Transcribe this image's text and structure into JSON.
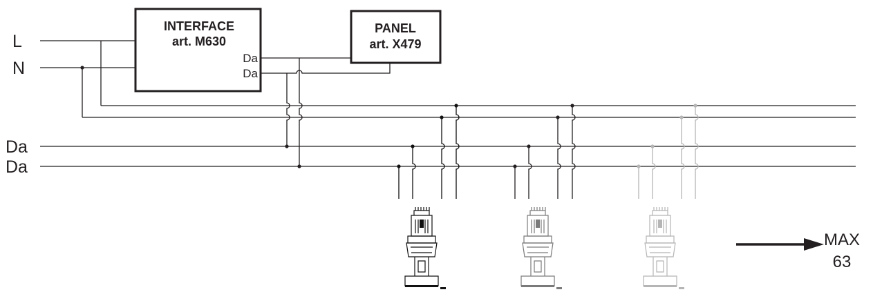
{
  "supply": {
    "line_label": "L",
    "neutral_label": "N"
  },
  "bus": {
    "da1_label": "Da",
    "da2_label": "Da"
  },
  "interface": {
    "title": "INTERFACE",
    "article": "art. M630",
    "port1": "Da",
    "port2": "Da"
  },
  "panel": {
    "title": "PANEL",
    "article": "art. X479"
  },
  "devices": [
    {
      "shade": "#111111"
    },
    {
      "shade": "#7a7a7a"
    },
    {
      "shade": "#b5b5b5"
    }
  ],
  "max": {
    "label": "MAX",
    "value": "63"
  },
  "colors": {
    "wire": "#231f20",
    "device_1": "#111111",
    "device_2": "#7a7a7a",
    "device_3": "#b5b5b5"
  }
}
